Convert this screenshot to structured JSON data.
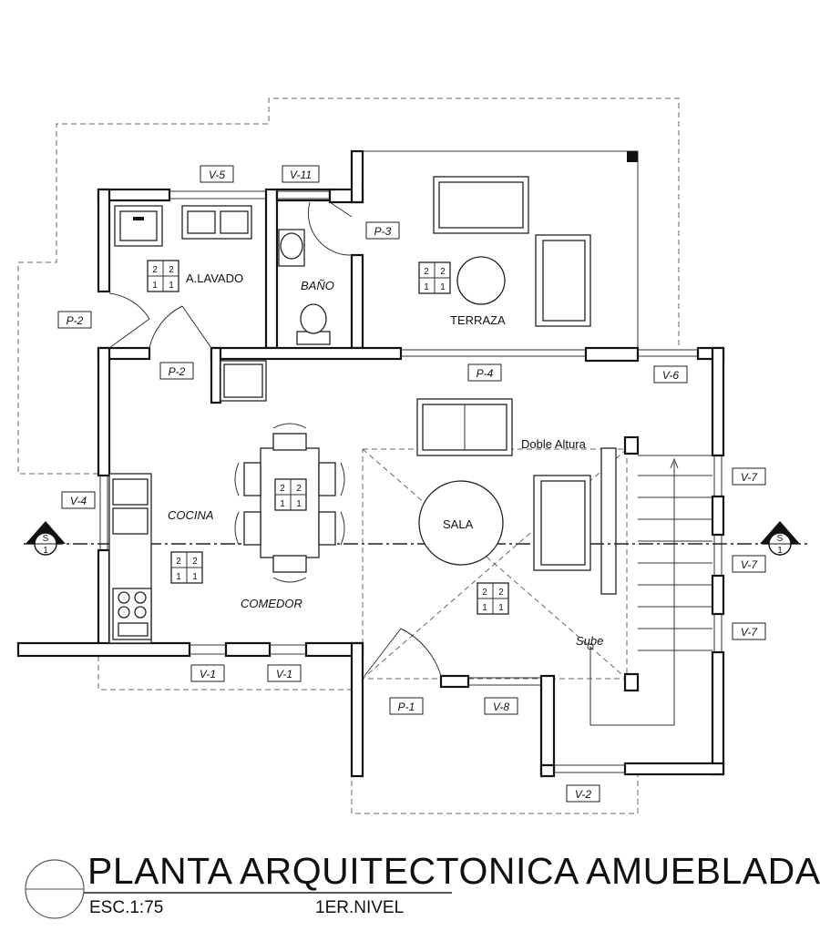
{
  "rooms": {
    "lavado": "A.LAVADO",
    "bano": "BAÑO",
    "terraza": "TERRAZA",
    "cocina": "COCINA",
    "comedor": "COMEDOR",
    "sala": "SALA",
    "doble_altura": "Doble Altura",
    "sube": "Sube"
  },
  "labels": {
    "v5": "V-5",
    "v11": "V-11",
    "p3": "P-3",
    "p2_left": "P-2",
    "p2_inner": "P-2",
    "p4": "P-4",
    "v6": "V-6",
    "v4": "V-4",
    "v7_a": "V-7",
    "v7_b": "V-7",
    "v7_c": "V-7",
    "v1_a": "V-1",
    "v1_b": "V-1",
    "p1": "P-1",
    "v8": "V-8",
    "v2": "V-2"
  },
  "symbol": {
    "top": [
      "2",
      "2"
    ],
    "bottom": [
      "1",
      "1"
    ]
  },
  "section_marker": {
    "letter": "S",
    "number": "1"
  },
  "title": {
    "main": "PLANTA ARQUITECTONICA AMUEBLADA",
    "scale": "ESC.1:75",
    "level": "1ER.NIVEL"
  }
}
